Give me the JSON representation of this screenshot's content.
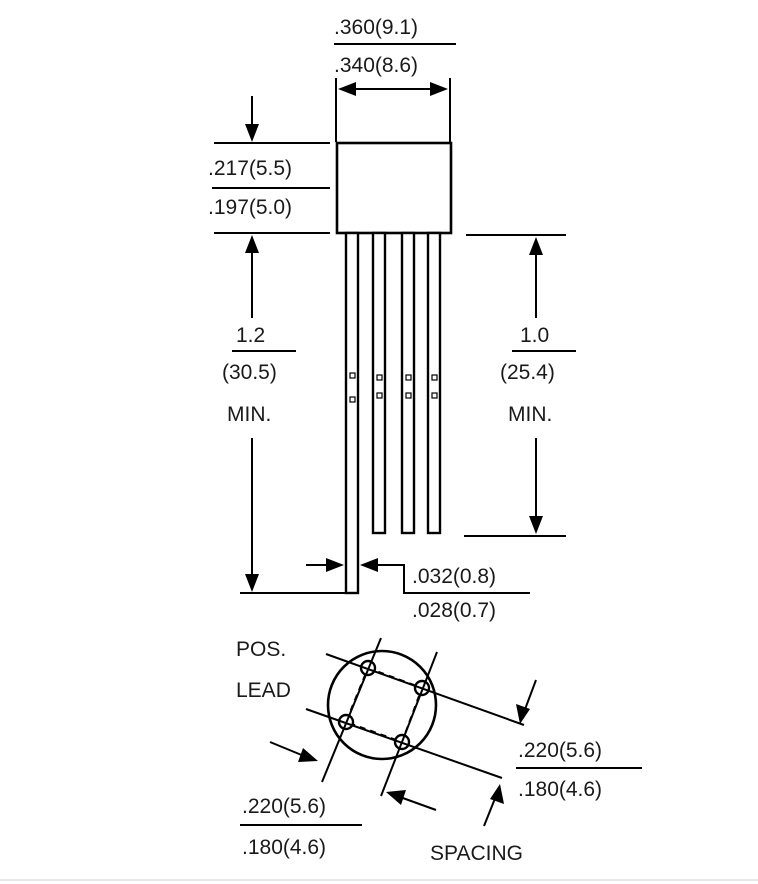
{
  "dimensions": {
    "body_width": {
      "max": ".360(9.1)",
      "min": ".340(8.6)"
    },
    "body_height": {
      "max": ".217(5.5)",
      "min": ".197(5.0)"
    },
    "lead_length_outer": {
      "value": "1.2",
      "metric": "(30.5)",
      "note": "MIN."
    },
    "lead_length_inner": {
      "value": "1.0",
      "metric": "(25.4)",
      "note": "MIN."
    },
    "lead_width": {
      "max": ".032(0.8)",
      "min": ".028(0.7)"
    },
    "spacing_right": {
      "max": ".220(5.6)",
      "min": ".180(4.6)"
    },
    "spacing_left": {
      "max": ".220(5.6)",
      "min": ".180(4.6)"
    }
  },
  "labels": {
    "pos_lead_line1": "POS.",
    "pos_lead_line2": "LEAD",
    "spacing": "SPACING"
  }
}
